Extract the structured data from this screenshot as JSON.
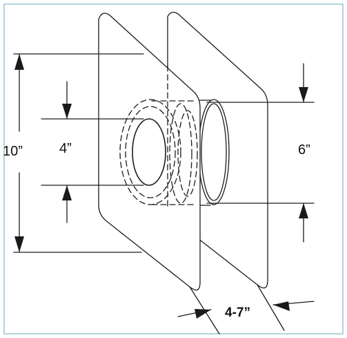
{
  "diagram": {
    "dimensions": {
      "plate_height": "10”",
      "inner_opening": "4”",
      "outer_collar": "6”",
      "depth_range": "4-7”"
    },
    "colors": {
      "frame_border": "#7fb9c2",
      "line": "#1a1a1a"
    }
  }
}
